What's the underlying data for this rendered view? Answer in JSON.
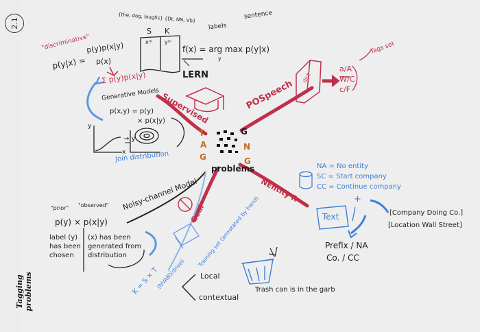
{
  "page": {
    "section_number": "2.1",
    "footer_title": "Tagging problems"
  },
  "center": {
    "label": "problems"
  },
  "tag_letters": {
    "left": [
      "T",
      "A",
      "G"
    ],
    "right": [
      "G",
      "N",
      "G"
    ]
  },
  "top_area": {
    "sequence_sets": "{the, dog, laughs} {Dt, NN, Vb}",
    "col_s": "S",
    "col_k": "K",
    "cell_x": "x⁽ⁱ⁾",
    "cell_y": "y⁽ⁱ⁾",
    "func": "f(x) = arg max p(y|x)",
    "func_under": "y",
    "labels_note": "labels",
    "sentence_note": "sentence",
    "learn": "LERN"
  },
  "left_area": {
    "discriminative_tag": "\"discriminative\"",
    "bayes_lhs": "p(y|x) =",
    "bayes_num": "p(y)p(x|y)",
    "bayes_den": "p(x)",
    "sum_expr": "Σ p(y)p(x|y)",
    "generative_models": "Generative Models",
    "joint_lhs": "p(x,y) = p(y)",
    "joint_rhs": "× p(x|y)",
    "axis_y": "y",
    "axis_x": "x",
    "arrow_y": "→ y",
    "joint_distribution": "Join distribution"
  },
  "branches": {
    "supervised": "Supervised",
    "pos_speech": "POSpeech",
    "named_entity": "NEntity R",
    "goal": "Goal",
    "training_set": "Training set (annotated by hand)",
    "noisy_channel": "Noisy-channel Model"
  },
  "pos_area": {
    "dict": "dict",
    "tags": [
      "a/A",
      "W/C",
      "c/F"
    ],
    "tags_set": "Tags set"
  },
  "ner_area": {
    "na": "NA = No entity",
    "sc": "SC = Start company",
    "cc": "CC = Continue company",
    "text_box": "Text",
    "plus": "+",
    "company": "[Company Doing Co.]",
    "location": "[Location Wall Street]",
    "prefix": "Prefix / NA",
    "co": "Co. / CC"
  },
  "noisy_area": {
    "prior": "\"prior\"",
    "observed": "\"observed\"",
    "formula": "p(y) × p(x|y)",
    "left_note": "label (y) has been chosen",
    "right_note": "(x) has been generated from distribution"
  },
  "bottom_area": {
    "k_set": "K = S × T",
    "nvab": "(NVAB)(drive)",
    "local": "Local",
    "contextual": "contextual",
    "trash_sentence": "Trash can is in the garb"
  }
}
